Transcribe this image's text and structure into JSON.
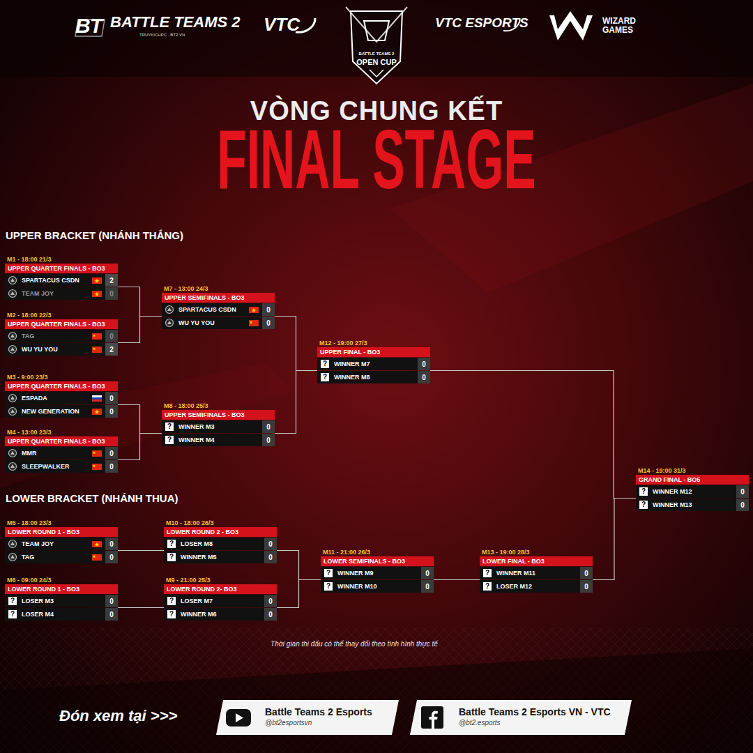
{
  "diagram": {
    "title": "FINAL STAGE",
    "nodes": [
      {
        "text": [
          "M1 - 18:00 21/3",
          "UPPER QUARTER FINALS - BO3"
        ]
      },
      {
        "text": [
          "SPARTACUS CSDN",
          "2"
        ],
        "in": 0
      },
      {
        "text": [
          "TEAM JOY",
          "0"
        ],
        "in": 0
      },
      {
        "text": [
          "M2 - 18:00 22/3",
          "UPPER QUARTER FINALS - BO3"
        ]
      },
      {
        "text": [
          "TAG",
          "0"
        ],
        "in": 3
      },
      {
        "text": [
          "WU YU YOU",
          "2"
        ],
        "in": 3
      },
      {
        "text": [
          "M3 - 9:00 23/3",
          "UPPER QUARTER FINALS - BO3"
        ]
      },
      {
        "text": [
          "ESPADA",
          "0"
        ],
        "in": 6
      },
      {
        "text": [
          "NEW GENERATION",
          "0"
        ],
        "in": 6
      },
      {
        "text": [
          "M4 - 13:00 23/3",
          "UPPER QUARTER FINALS - BO3"
        ]
      },
      {
        "text": [
          "MMR",
          "0"
        ],
        "in": 9
      },
      {
        "text": [
          "SLEEPWALKER",
          "0"
        ],
        "in": 9
      },
      {
        "text": [
          "M7 - 13:00 24/3",
          "UPPER SEMIFINALS - BO3"
        ]
      },
      {
        "text": [
          "SPARTACUS CSDN",
          "0"
        ],
        "in": 12
      },
      {
        "text": [
          "WU YU YOU",
          "0"
        ],
        "in": 12
      },
      {
        "text": [
          "M8 - 18:00 25/3",
          "UPPER SEMIFINALS - BO3"
        ]
      },
      {
        "text": [
          "?",
          "WINNER M3",
          "0"
        ],
        "in": 15
      },
      {
        "text": [
          "?",
          "WINNER M4",
          "0"
        ],
        "in": 15
      },
      {
        "text": [
          "M12 - 19:00 27/3",
          "UPPER FINAL - BO3"
        ]
      },
      {
        "text": [
          "?",
          "WINNER M7",
          "0"
        ],
        "in": 18
      },
      {
        "text": [
          "?",
          "WINNER M8",
          "0"
        ],
        "in": 18
      },
      {
        "text": [
          "M14 - 19:00 31/3",
          "GRAND FINAL - BO5"
        ]
      },
      {
        "text": [
          "?",
          "WINNER M12",
          "0"
        ],
        "in": 21
      },
      {
        "text": [
          "?",
          "WINNER M13",
          "0"
        ],
        "in": 21
      },
      {
        "text": [
          "M5 - 18:00 23/3",
          "LOWER ROUND 1 - BO3"
        ]
      },
      {
        "text": [
          "TEAM JOY",
          "0"
        ],
        "in": 24
      },
      {
        "text": [
          "TAG",
          "0"
        ],
        "in": 24
      },
      {
        "text": [
          "M6 - 09:00 24/3",
          "LOWER ROUND 1 - BO3"
        ]
      },
      {
        "text": [
          "?",
          "LOSER M3",
          "0"
        ],
        "in": 27
      },
      {
        "text": [
          "?",
          "LOSER M4",
          "0"
        ],
        "in": 27
      },
      {
        "text": [
          "M10 - 18:00 26/3",
          "LOWER ROUND 2 - BO3"
        ]
      },
      {
        "text": [
          "?",
          "LOSER M8",
          "0"
        ],
        "in": 30
      },
      {
        "text": [
          "?",
          "WINNER M5",
          "0"
        ],
        "in": 30
      },
      {
        "text": [
          "M9 - 21:00 25/3",
          "LOWER ROUND 2- BO3"
        ]
      },
      {
        "text": [
          "?",
          "LOSER M7",
          "0"
        ],
        "in": 33
      },
      {
        "text": [
          "?",
          "WINNER M6",
          "0"
        ],
        "in": 33
      },
      {
        "text": [
          "M11 - 21:00 26/3",
          "LOWER SEMIFINALS - BO3"
        ]
      },
      {
        "text": [
          "?",
          "WINNER M9",
          "0"
        ],
        "in": 36
      },
      {
        "text": [
          "?",
          "WINNER M10",
          "0"
        ],
        "in": 36
      },
      {
        "text": [
          "M13 - 19:00 28/3",
          "LOWER FINAL - BO3"
        ]
      },
      {
        "text": [
          "?",
          "WINNER M11",
          "0"
        ],
        "in": 39
      },
      {
        "text": [
          "?",
          "LOSER M12",
          "0"
        ],
        "in": 39
      },
      {
        "text": [
          "Battle Teams 2 Esports",
          "@bt2esportsvn"
        ]
      },
      {
        "text": [
          "Battle Teams 2 Esports VN - VTC",
          "@bt2.esports"
        ]
      }
    ],
    "edges": [
      {
        "from": 0,
        "to": 12,
        "arrow": "none"
      },
      {
        "from": 3,
        "to": 12,
        "arrow": "none"
      },
      {
        "from": 6,
        "to": 15,
        "arrow": "none"
      },
      {
        "from": 9,
        "to": 15,
        "arrow": "none"
      },
      {
        "from": 12,
        "to": 18,
        "arrow": "none"
      },
      {
        "from": 15,
        "to": 18,
        "arrow": "none"
      },
      {
        "from": 18,
        "to": 21,
        "arrow": "none"
      },
      {
        "from": 24,
        "to": 30,
        "arrow": "none"
      },
      {
        "from": 27,
        "to": 33,
        "arrow": "none"
      },
      {
        "from": 33,
        "to": 36,
        "arrow": "none"
      },
      {
        "from": 30,
        "to": 36,
        "arrow": "none"
      },
      {
        "from": 36,
        "to": 39,
        "arrow": "none"
      },
      {
        "from": 39,
        "to": 21,
        "arrow": "none"
      }
    ],
    "labels": [
      "BT",
      "BATTLE TEAMS 2",
      "TRUYKICHPC · BT2.VN",
      "VTC",
      "VTC ESPORTS",
      "WIZARD GAMES",
      "BATTLE TEAMS 2",
      "OPEN CUP",
      "VÒNG CHUNG KẾT",
      "UPPER BRACKET (NHÁNH THẮNG)",
      "LOWER BRACKET (NHÁNH THUA)",
      "Thời gian thi đấu có thể thay đổi theo tình hình thực tế",
      "Đón xem tại >>>"
    ]
  }
}
